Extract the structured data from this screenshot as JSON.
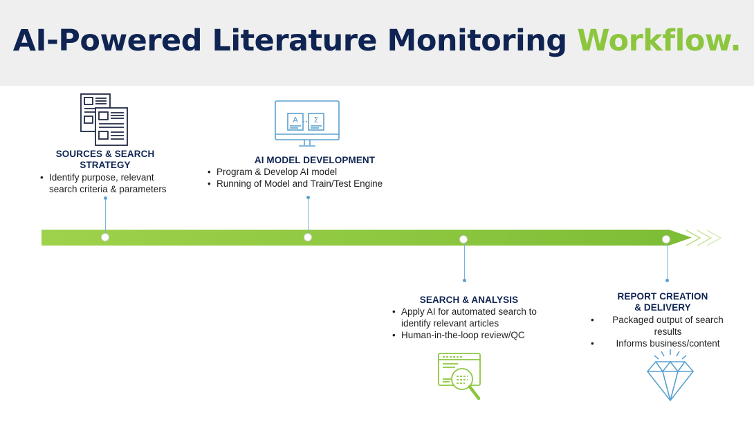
{
  "title": {
    "part1": "AI-Powered Literature Monitoring ",
    "part2": "Workflow."
  },
  "colors": {
    "navy": "#0f2452",
    "green": "#8cc63f",
    "blue_icon": "#5aa0cf",
    "header_bg": "#efefef"
  },
  "steps": [
    {
      "heading": "SOURCES & SEARCH STRATEGY",
      "heading_line1": "SOURCES & SEARCH",
      "heading_line2": "STRATEGY",
      "bullets": [
        "Identify purpose, relevant search criteria & parameters"
      ],
      "icon": "documents-icon"
    },
    {
      "heading": "AI MODEL DEVELOPMENT",
      "bullets": [
        "Program & Develop AI model",
        "Running of Model and Train/Test Engine"
      ],
      "icon": "monitor-icon"
    },
    {
      "heading": "SEARCH & ANALYSIS",
      "bullets": [
        "Apply AI for automated search to identify relevant articles",
        "Human-in-the-loop review/QC"
      ],
      "icon": "magnifier-document-icon"
    },
    {
      "heading": "REPORT CREATION & DELIVERY",
      "heading_line1": "REPORT CREATION",
      "heading_line2": "& DELIVERY",
      "bullets": [
        "Packaged output of search results",
        "Informs business/content"
      ],
      "icon": "diamond-icon"
    }
  ]
}
